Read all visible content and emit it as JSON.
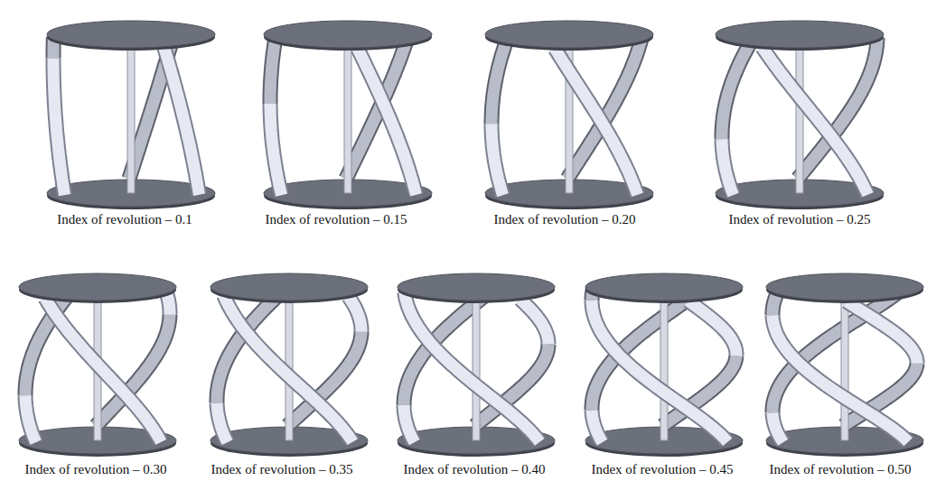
{
  "diagram": {
    "labels": [
      "Index of revolution – 0.1",
      "Index of revolution – 0.15",
      "Index of revolution – 0.20",
      "Index of revolution – 0.25",
      "Index of revolution – 0.30",
      "Index of revolution – 0.35",
      "Index of revolution – 0.40",
      "Index of revolution – 0.45",
      "Index of revolution – 0.50"
    ]
  }
}
